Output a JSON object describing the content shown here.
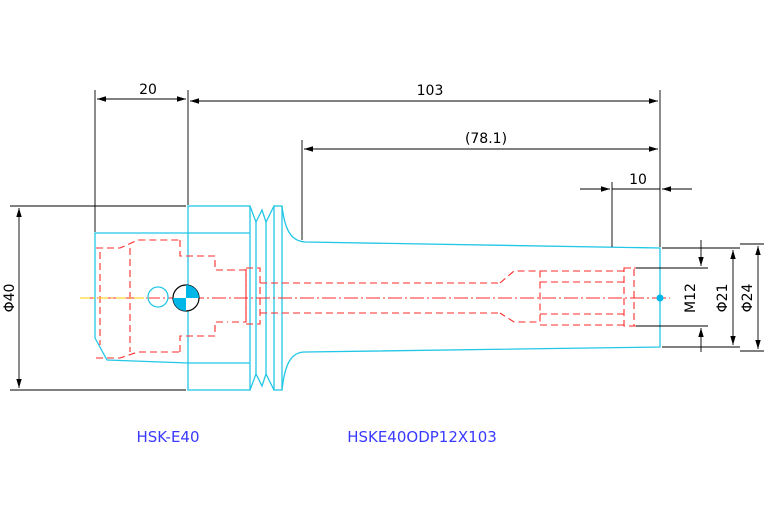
{
  "dimensions": {
    "flange_length": "20",
    "overall_length": "103",
    "reference_length": "(78.1)",
    "tip_length": "10",
    "flange_diameter": "Φ40",
    "thread": "M12",
    "bore_diameter": "Φ21",
    "tip_diameter": "Φ24"
  },
  "labels": {
    "interface": "HSK-E40",
    "part_number": "HSKE40ODP12X103"
  },
  "colors": {
    "outline": "#22c6e6",
    "hidden_lines": "#ff2a2a",
    "dimensions": "#000000",
    "labels": "#3a3aff",
    "centerline_accent": "#ffcc00"
  }
}
